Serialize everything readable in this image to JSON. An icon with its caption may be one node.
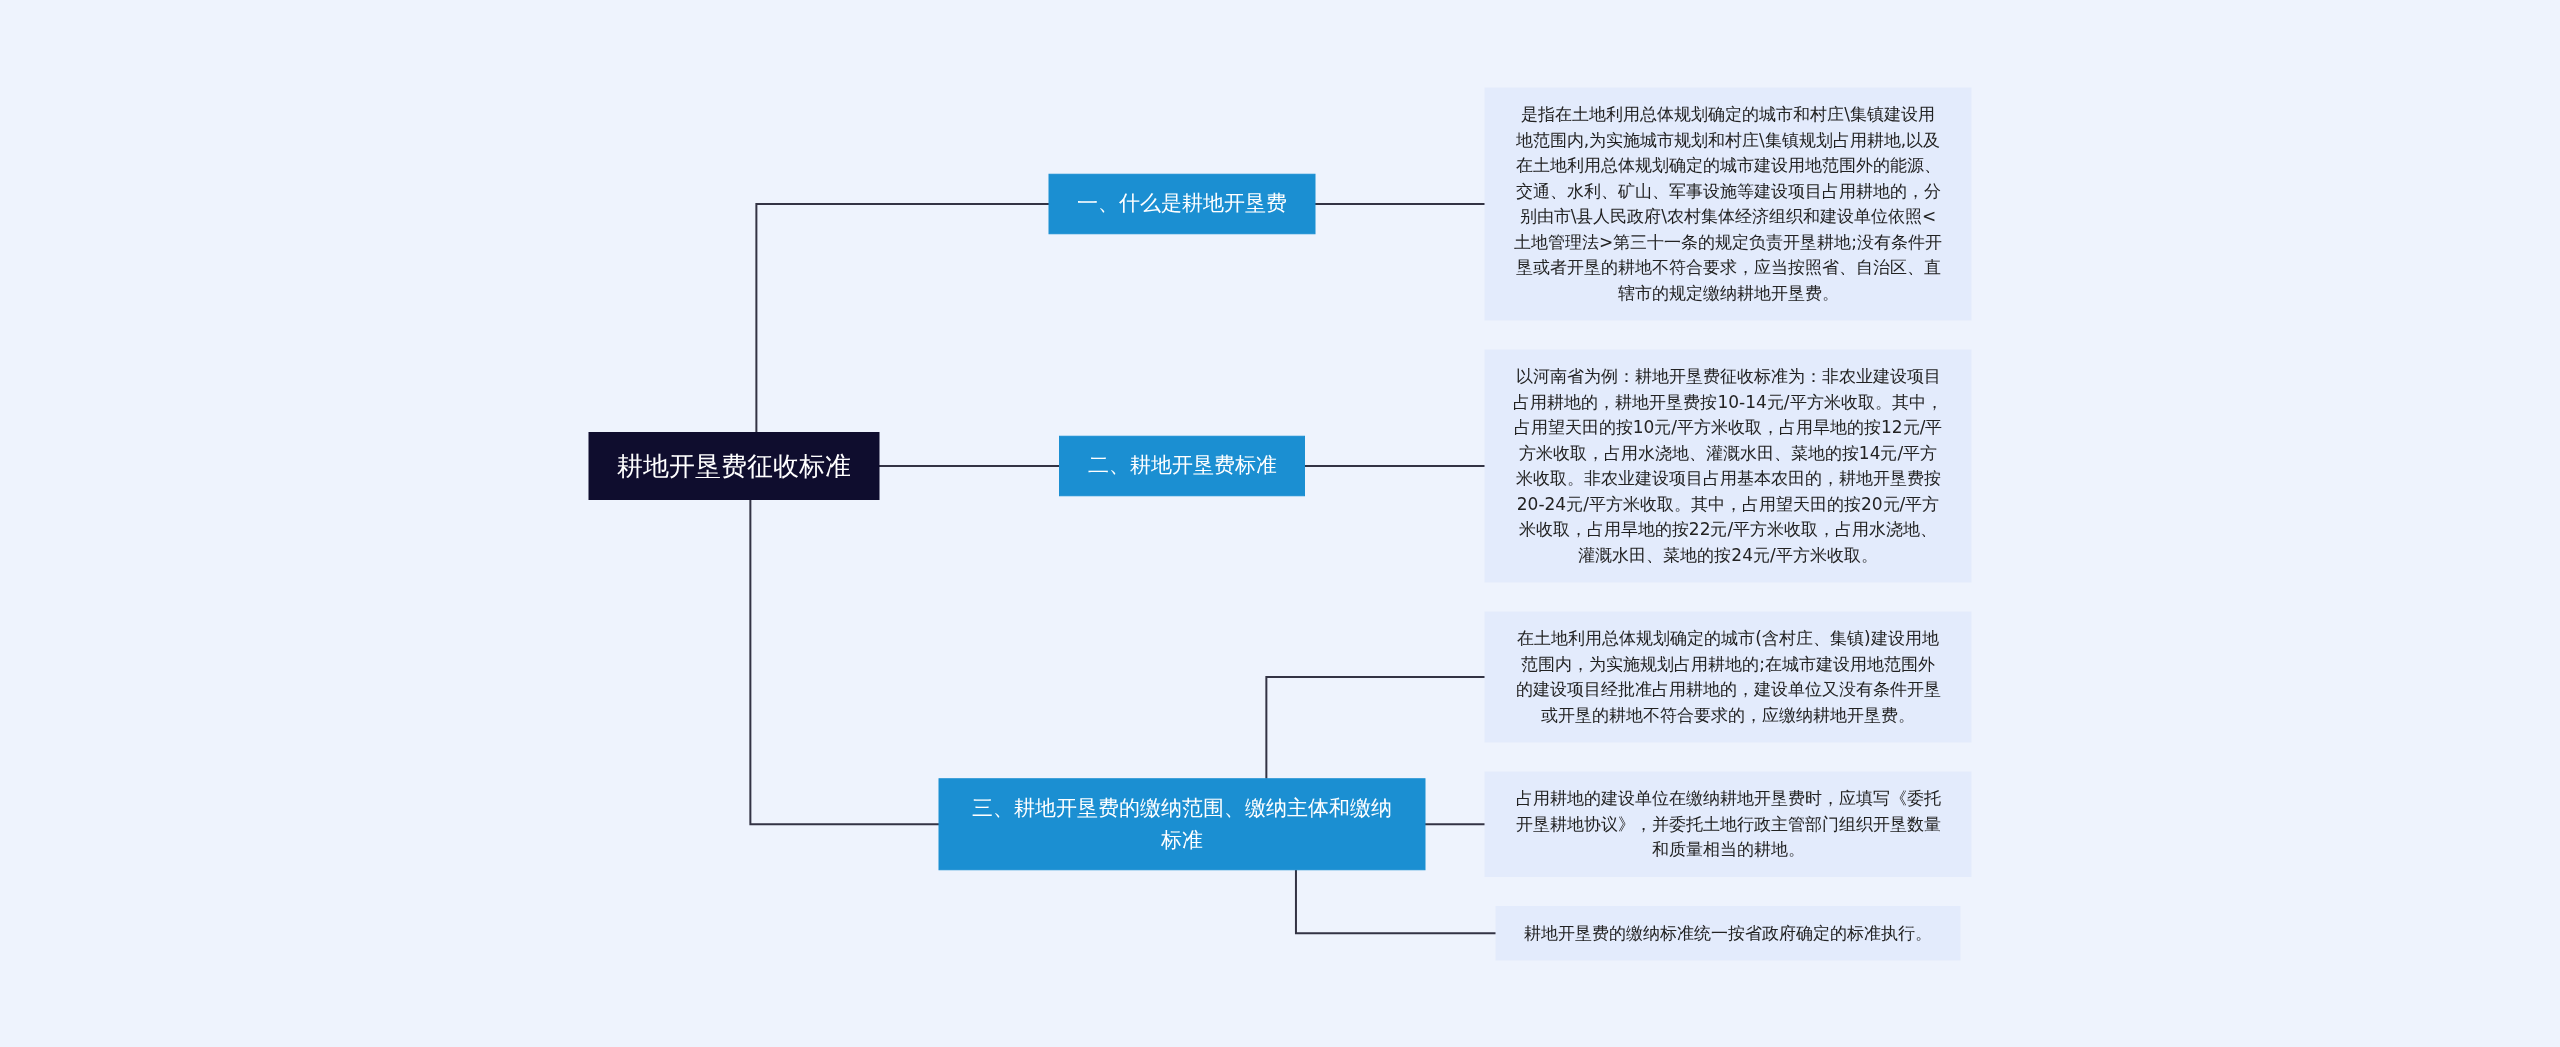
{
  "diagram": {
    "nodes": [
      {
        "text": [
          "耕地开垦费征收标准"
        ]
      },
      {
        "text": [
          "一、什么是耕地开垦费"
        ]
      },
      {
        "text": [
          "是指在土地利用总体规划确定的城市和村庄\\集镇建设用地范围内,为实施城市规划和村庄\\集镇规划占用耕地,以及在土地利用总体规划确定的城市建设用地范围外的能源、交通、水利、矿山、军事设施等建设项目占用耕地的，分别由市\\县人民政府\\农村集体经济组织和建设单位依照<土地管理法>第三十一条的规定负责开垦耕地;没有条件开垦或者开垦的耕地不符合要求，应当按照省、自治区、直辖市的规定缴纳耕地开垦费。"
        ]
      },
      {
        "text": [
          "二、耕地开垦费标准"
        ]
      },
      {
        "text": [
          "以河南省为例：耕地开垦费征收标准为：非农业建设项目占用耕地的，耕地开垦费按10-14元/平方米收取。其中，占用望天田的按10元/平方米收取，占用旱地的按12元/平方米收取，占用水浇地、灌溉水田、菜地的按14元/平方米收取。非农业建设项目占用基本农田的，耕地开垦费按20-24元/平方米收取。其中，占用望天田的按20元/平方米收取，占用旱地的按22元/平方米收取，占用水浇地、灌溉水田、菜地的按24元/平方米收取。"
        ]
      },
      {
        "text": [
          "三、耕地开垦费的缴纳范围、缴纳主体和缴纳标准"
        ]
      },
      {
        "text": [
          "在土地利用总体规划确定的城市(含村庄、集镇)建设用地范围内，为实施规划占用耕地的;在城市建设用地范围外的建设项目经批准占用耕地的，建设单位又没有条件开垦或开垦的耕地不符合要求的，应缴纳耕地开垦费。"
        ]
      },
      {
        "text": [
          "占用耕地的建设单位在缴纳耕地开垦费时，应填写《委托开垦耕地协议》，并委托土地行政主管部门组织开垦数量和质量相当的耕地。"
        ]
      },
      {
        "text": [
          "耕地开垦费的缴纳标准统一按省政府确定的标准执行。"
        ]
      }
    ],
    "edges": [
      {
        "from": 0,
        "to": 1,
        "arrow": "none"
      },
      {
        "from": 1,
        "to": 2,
        "arrow": "none"
      },
      {
        "from": 0,
        "to": 3,
        "arrow": "none"
      },
      {
        "from": 3,
        "to": 4,
        "arrow": "none"
      },
      {
        "from": 0,
        "to": 5,
        "arrow": "none"
      },
      {
        "from": 5,
        "to": 6,
        "arrow": "none"
      },
      {
        "from": 5,
        "to": 7,
        "arrow": "none"
      },
      {
        "from": 5,
        "to": 8,
        "arrow": "none"
      }
    ]
  }
}
